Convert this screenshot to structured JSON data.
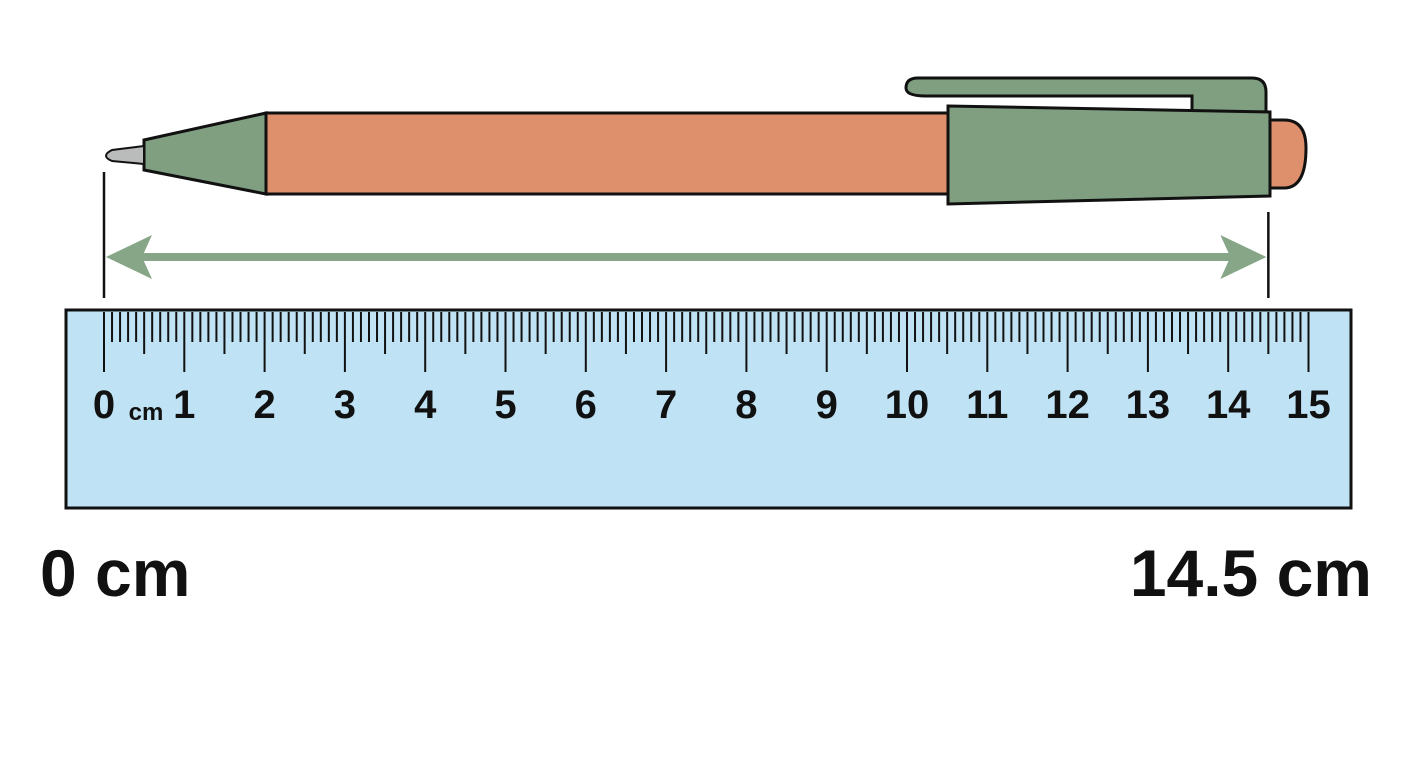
{
  "colors": {
    "background": "#ffffff",
    "pen_body": "#de8f6b",
    "pen_green": "#7f9f80",
    "pen_tip_metal": "#b9bcbb",
    "arrow": "#86a687",
    "ruler_fill": "#bfe2f4",
    "outline": "#111111"
  },
  "ruler": {
    "unit_label": "cm",
    "min_cm": 0,
    "max_cm": 15,
    "major_labels": [
      "0",
      "1",
      "2",
      "3",
      "4",
      "5",
      "6",
      "7",
      "8",
      "9",
      "10",
      "11",
      "12",
      "13",
      "14",
      "15"
    ]
  },
  "measurement": {
    "start_cm": 0,
    "end_cm": 14.5,
    "start_label": "0 cm",
    "end_label": "14.5 cm"
  },
  "icons": {
    "pen": "pen-icon",
    "arrow": "double-headed-arrow"
  }
}
